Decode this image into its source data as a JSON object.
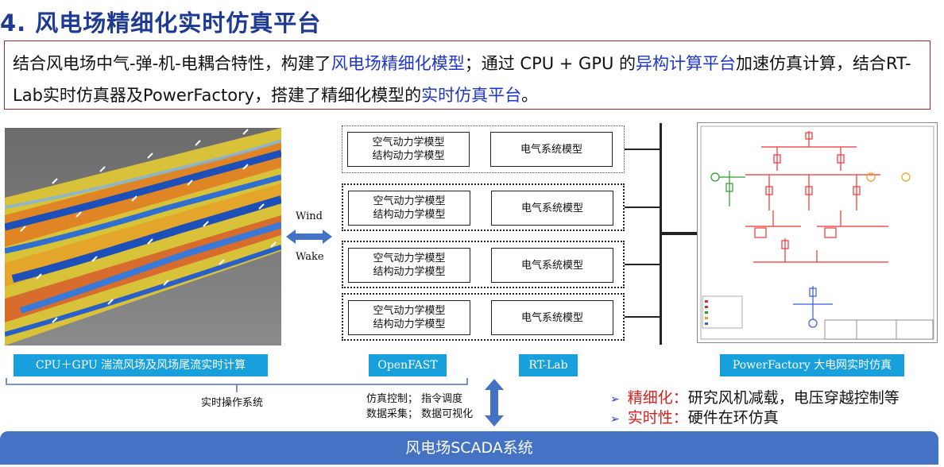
{
  "title": "4. 风电场精细化实时仿真平台",
  "intro": {
    "p1": "结合风电场中气-弹-机-电耦合特性，构建了",
    "hl1": "风电场精细化模型",
    "p2": "；通过 CPU + GPU 的",
    "hl2": "异构计算平台",
    "p3": "加速仿真计算，结合RT-Lab实时仿真器及PowerFactory，搭建了精细化模型的",
    "hl3": "实时仿真平台",
    "p4": "。"
  },
  "labels": {
    "cpu_gpu": "CPU＋GPU  湍流风场及风场尾流实时计算",
    "openfast": "OpenFAST",
    "rtlab": "RT-Lab",
    "powerfactory": "PowerFactory  大电网实时仿真"
  },
  "wind": "Wind",
  "wake": "Wake",
  "model_groups": [
    {
      "aero": "空气动力学模型",
      "struct": "结构动力学模型",
      "elec": "电气系统模型"
    },
    {
      "aero": "空气动力学模型",
      "struct": "结构动力学模型",
      "elec": "电气系统模型"
    },
    {
      "aero": "空气动力学模型",
      "struct": "结构动力学模型",
      "elec": "电气系统模型"
    },
    {
      "aero": "空气动力学模型",
      "struct": "结构动力学模型",
      "elec": "电气系统模型"
    }
  ],
  "realtime_os": "实时操作系统",
  "control": {
    "line1": "仿真控制；  指令调度",
    "line2": "数据采集；  数据可视化"
  },
  "bullets": [
    {
      "key": "精细化：",
      "text": "研究风机减载，电压穿越控制等"
    },
    {
      "key": "实时性：",
      "text": "硬件在环仿真"
    }
  ],
  "scada": "风电场SCADA系统",
  "colors": {
    "title": "#1f3a93",
    "highlight": "#1f36c8",
    "label_bar": "#17a0db",
    "scada": "#4472c4",
    "bullet_key": "#d62020"
  }
}
